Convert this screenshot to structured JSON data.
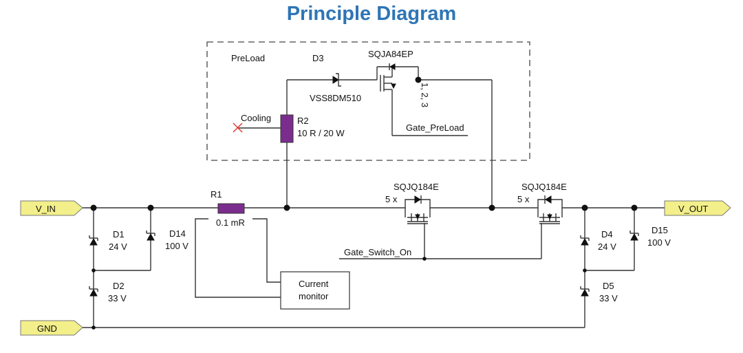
{
  "title": "Principle Diagram",
  "ports": {
    "vin": "V_IN",
    "gnd": "GND",
    "vout": "V_OUT"
  },
  "preload": {
    "label": "PreLoad",
    "d3": "D3",
    "d3_part": "VSS8DM510",
    "mosfet": "SQJA84EP",
    "pins": "1, 2, 3",
    "gate": "Gate_PreLoad",
    "cooling": "Cooling",
    "r2": "R2",
    "r2_value": "10 R / 20 W"
  },
  "r1": {
    "name": "R1",
    "value": "0.1 mR"
  },
  "current_monitor": {
    "line1": "Current",
    "line2": "monitor"
  },
  "switch": {
    "part_left": "SQJQ184E",
    "part_right": "SQJQ184E",
    "count_left": "5 x",
    "count_right": "5 x",
    "gate": "Gate_Switch_On"
  },
  "diodes": {
    "d1": "D1",
    "d1_v": "24 V",
    "d2": "D2",
    "d2_v": "33 V",
    "d14": "D14",
    "d14_v": "100 V",
    "d4": "D4",
    "d4_v": "24 V",
    "d5": "D5",
    "d5_v": "33 V",
    "d15": "D15",
    "d15_v": "100 V"
  },
  "colors": {
    "title": "#2e75b6",
    "port_fill": "#f3ef8a",
    "resistor": "#7b2d8e"
  }
}
